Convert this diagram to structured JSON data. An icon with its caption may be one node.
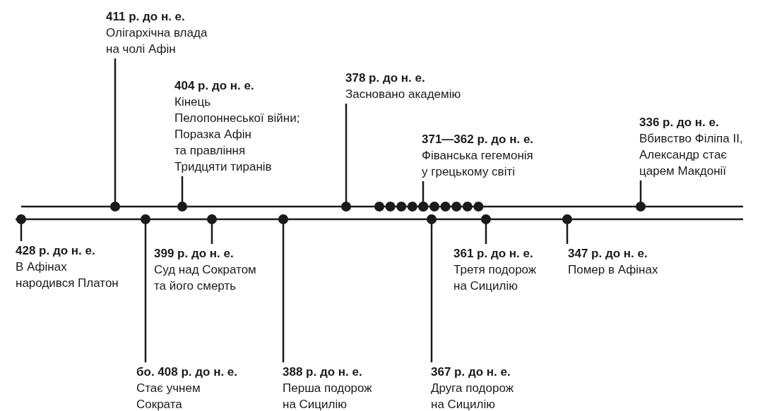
{
  "diagram": {
    "nodes": [
      {
        "text": [
          "411 р. до н. е.",
          "Олігархічна влада на чолі Афін"
        ]
      },
      {
        "text": [
          "404 р. до н. е.",
          "Кінець Пелопоннеської війни; Поразка Афін та правління Тридцяти тиранів"
        ]
      },
      {
        "text": [
          "378 р. до н. е.",
          "Засновано академію"
        ]
      },
      {
        "text": [
          "371—362 р. до н. е.",
          "Фіванська гегемонія у грецькому світі"
        ]
      },
      {
        "text": [
          "336 р. до н. е.",
          "Вбивство Філіпа II, Александр стає царем Макдонії"
        ]
      },
      {
        "text": [
          "428 р. до н. е.",
          "В Афінах народився Платон"
        ]
      },
      {
        "text": [
          "бо. 408 р. до н. е.",
          "Стає учнем Сократа"
        ]
      },
      {
        "text": [
          "399 р. до н. е.",
          "Суд над Сократом та його смерть"
        ]
      },
      {
        "text": [
          "388 р. до н. е.",
          "Перша подорож на Сицилію"
        ]
      },
      {
        "text": [
          "367 р. до н. е.",
          "Друга подорож на Сицилію"
        ]
      },
      {
        "text": [
          "361 р. до н. е.",
          "Третя подорож на Сицилію"
        ]
      },
      {
        "text": [
          "347 р. до н. е.",
          "Помер в Афінах"
        ]
      }
    ],
    "edges": [
      {
        "from": 0,
        "to": null,
        "arrow": "other"
      },
      {
        "from": 1,
        "to": null,
        "arrow": "other"
      },
      {
        "from": 2,
        "to": null,
        "arrow": "other"
      },
      {
        "from": 3,
        "to": null,
        "arrow": "other"
      },
      {
        "from": 4,
        "to": null,
        "arrow": "other"
      },
      {
        "from": 5,
        "to": null,
        "arrow": "other"
      },
      {
        "from": 6,
        "to": null,
        "arrow": "other"
      },
      {
        "from": 7,
        "to": null,
        "arrow": "other"
      },
      {
        "from": 8,
        "to": null,
        "arrow": "other"
      },
      {
        "from": 9,
        "to": null,
        "arrow": "other"
      },
      {
        "from": 10,
        "to": null,
        "arrow": "other"
      },
      {
        "from": 11,
        "to": null,
        "arrow": "other"
      }
    ]
  }
}
